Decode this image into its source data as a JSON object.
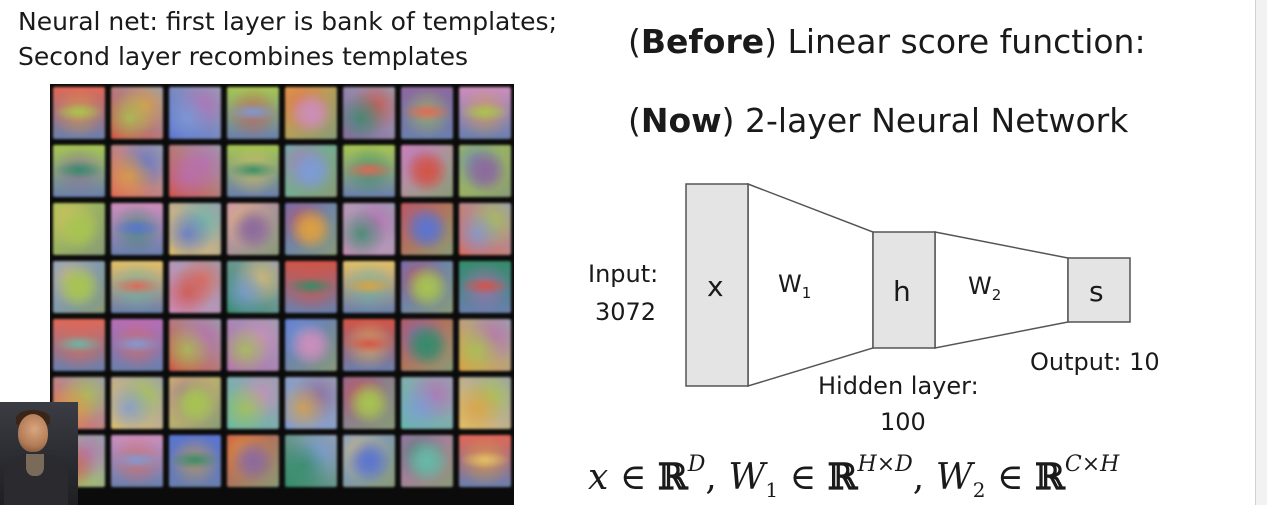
{
  "caption": {
    "line1": "Neural net: first layer is bank of templates;",
    "line2": "Second layer recombines templates"
  },
  "titles": {
    "before_bold": "Before",
    "before_rest": " Linear score function:",
    "now_bold": "Now",
    "now_rest": " 2-layer Neural Network"
  },
  "diagram": {
    "input_label_1": "Input:",
    "input_label_2": "3072",
    "x_label": "x",
    "w1_label": "W",
    "w1_sub": "1",
    "h_label": "h",
    "w2_label": "W",
    "w2_sub": "2",
    "s_label": "s",
    "hidden_label_1": "Hidden layer:",
    "hidden_label_2": "100",
    "output_label": "Output: 10",
    "box_fill": "#e4e4e4",
    "stroke": "#555555"
  },
  "formula": {
    "x": "x",
    "in": " ∈ ",
    "R": "ℝ",
    "D": "D",
    "sep": ", ",
    "W1": "W",
    "sub1": "1",
    "HxD": "H×D",
    "W2": "W",
    "sub2": "2",
    "CxH": "C×H"
  },
  "template_grid": {
    "rows": 7,
    "cols": 8,
    "palette": [
      "#c9564a",
      "#d96a5a",
      "#3a8a6b",
      "#5d74c8",
      "#b46fb0",
      "#a8c45a",
      "#d8a24a",
      "#7f9bd2",
      "#c98fb8",
      "#6db7a8",
      "#e0c070",
      "#8a6a9a"
    ]
  }
}
